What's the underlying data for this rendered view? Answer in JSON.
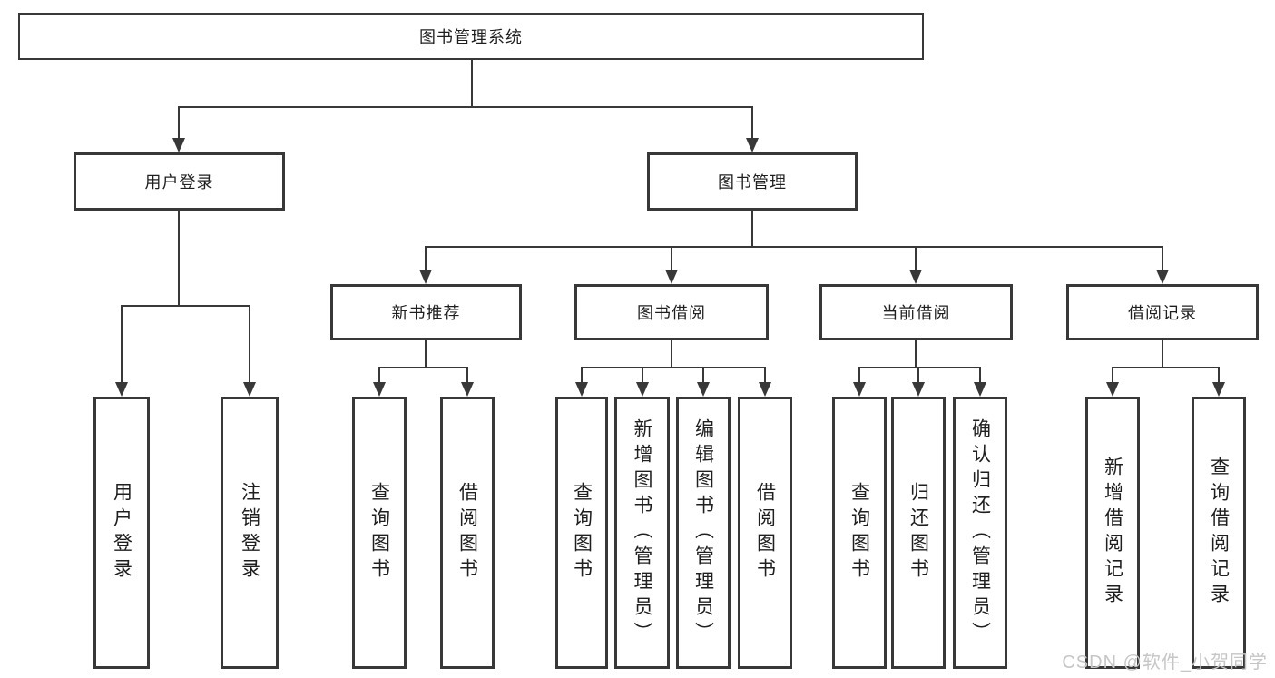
{
  "tree": {
    "root": "图书管理系统",
    "branches": [
      {
        "label": "用户登录",
        "children": [
          "用户登录",
          "注销登录"
        ]
      },
      {
        "label": "图书管理",
        "groups": [
          {
            "label": "新书推荐",
            "children": [
              "查询图书",
              "借阅图书"
            ]
          },
          {
            "label": "图书借阅",
            "children": [
              "查询图书",
              "新增图书（管理员）",
              "编辑图书（管理员）",
              "借阅图书"
            ]
          },
          {
            "label": "当前借阅",
            "children": [
              "查询图书",
              "归还图书",
              "确认归还（管理员）"
            ]
          },
          {
            "label": "借阅记录",
            "children": [
              "新增借阅记录",
              "查询借阅记录"
            ]
          }
        ]
      }
    ]
  },
  "colors": {
    "line": "#383838",
    "text": "#1f1f1f",
    "watermark_gray": "#c6c6c6"
  },
  "watermark": {
    "text": "CSDN @软件_小贺同学"
  }
}
